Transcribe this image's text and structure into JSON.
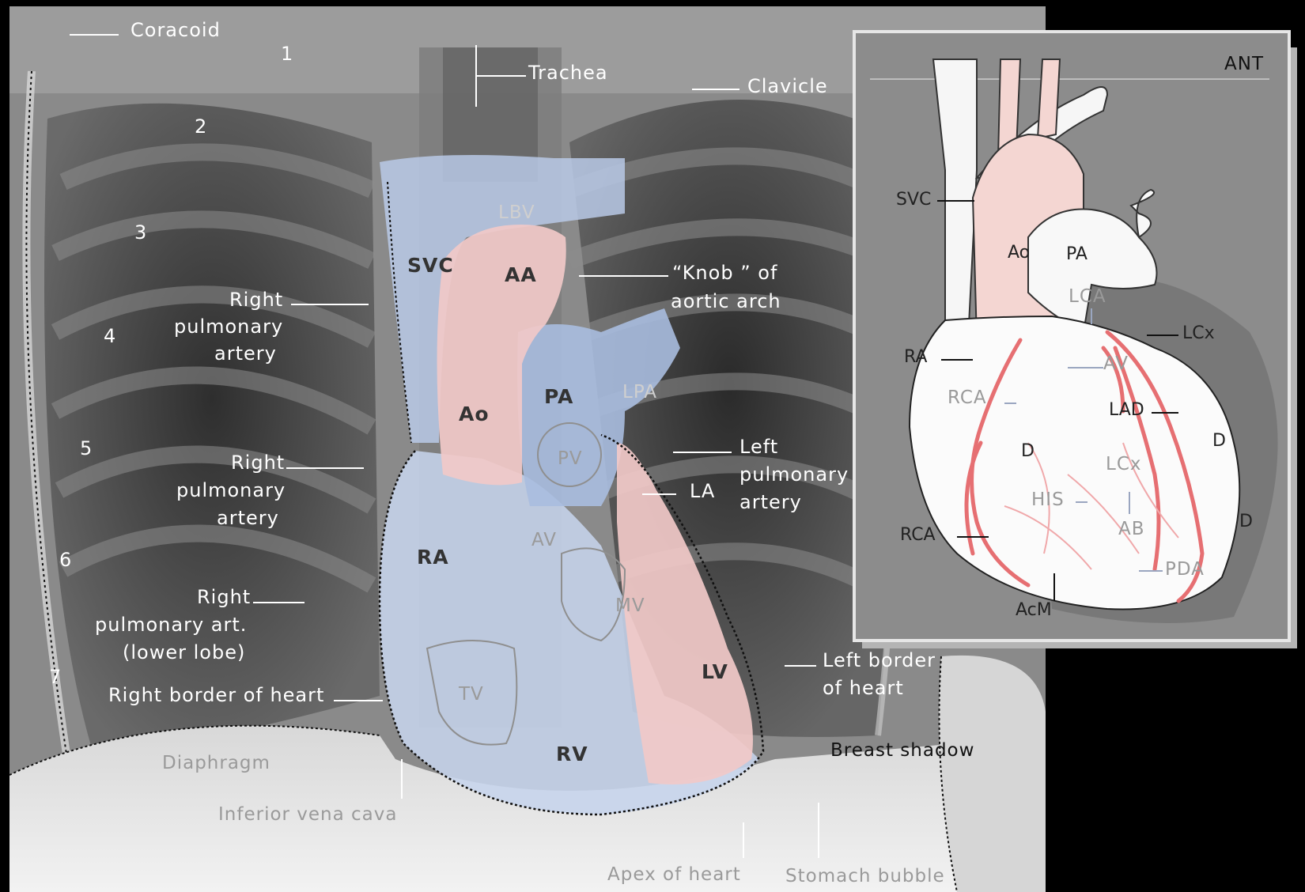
{
  "xray_labels": {
    "coracoid": "Coracoid",
    "trachea": "Trachea",
    "clavicle": "Clavicle",
    "rib_1": "1",
    "rib_2": "2",
    "rib_3": "3",
    "rib_4": "4",
    "rib_5": "5",
    "rib_6": "6",
    "rib_7": "7",
    "lbv": "LBV",
    "svc": "SVC",
    "aa": "AA",
    "knob_line1": "“Knob ” of",
    "knob_line2": "aortic arch",
    "rpa1_line1": "Right",
    "rpa1_line2": "pulmonary",
    "rpa1_line3": "artery",
    "ao": "Ao",
    "pa": "PA",
    "lpa": "LPA",
    "pv": "PV",
    "rpa2_line1": "Right",
    "rpa2_line2": "pulmonary",
    "rpa2_line3": "artery",
    "lpa_full_line1": "Left",
    "lpa_full_line2": "pulmonary",
    "lpa_full_line3": "artery",
    "la": "LA",
    "av": "AV",
    "ra": "RA",
    "rpa3_line1": "Right",
    "rpa3_line2": "pulmonary art.",
    "rpa3_line3": "(lower lobe)",
    "mv": "MV",
    "left_border_line1": "Left border",
    "left_border_line2": "of heart",
    "lv": "LV",
    "right_border": "Right border of heart",
    "tv": "TV",
    "diaphragm": "Diaphragm",
    "rv": "RV",
    "breast_shadow": "Breast shadow",
    "ivc": "Inferior vena cava",
    "apex": "Apex of heart",
    "stomach": "Stomach bubble"
  },
  "inset_labels": {
    "ant": "ANT",
    "svc": "SVC",
    "ao": "Ao",
    "pa": "PA",
    "lca": "LCA",
    "lcx_top": "LCx",
    "ra": "RA",
    "av": "AV",
    "rca_inner": "RCA",
    "lad": "LAD",
    "d_right": "D",
    "d_left": "D",
    "lcx_mid": "LCx",
    "his": "HIS",
    "ab": "AB",
    "rca_outer": "RCA",
    "d_apex": "D",
    "pda": "PDA",
    "acm": "AcM"
  },
  "colors": {
    "venous_blue": "#b9c9e6",
    "arterial_pink": "#f1c9c8",
    "coronary_red": "#e66f72",
    "inset_bg": "#8c8c8c"
  }
}
